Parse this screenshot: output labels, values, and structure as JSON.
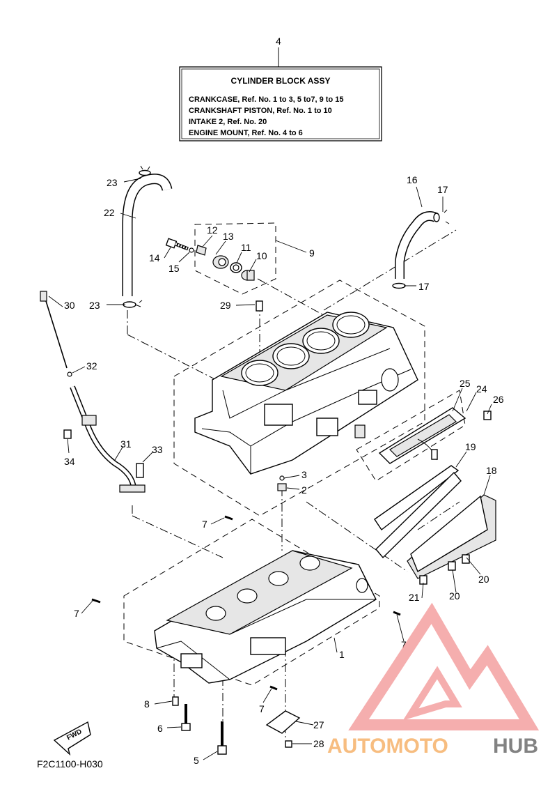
{
  "assembly_box": {
    "ref": "4",
    "title": "CYLINDER BLOCK ASSY",
    "lines": [
      "CRANKCASE,  Ref. No. 1 to 3, 5 to7, 9 to 15",
      "CRANKSHAFT PISTON,  Ref. No. 1 to 10",
      "INTAKE 2,  Ref. No. 20",
      "ENGINE MOUNT,  Ref. No. 4 to 6"
    ]
  },
  "callouts": [
    "23",
    "22",
    "16",
    "17",
    "12",
    "13",
    "14",
    "15",
    "11",
    "10",
    "9",
    "29",
    "23",
    "30",
    "32",
    "34",
    "31",
    "33",
    "3",
    "2",
    "25",
    "24",
    "26",
    "19",
    "18",
    "7",
    "7",
    "20",
    "21",
    "20",
    "1",
    "7",
    "7",
    "8",
    "6",
    "5",
    "27",
    "28",
    "17"
  ],
  "fwd_label": "FWD",
  "drawing_code": "F2C1100-H030",
  "watermark": {
    "text_a": "AUTOMOTO",
    "text_b": "HUB",
    "color_a": "#f6b26b",
    "color_b": "#6d6d6d",
    "logo_color": "#f4a0a0"
  }
}
